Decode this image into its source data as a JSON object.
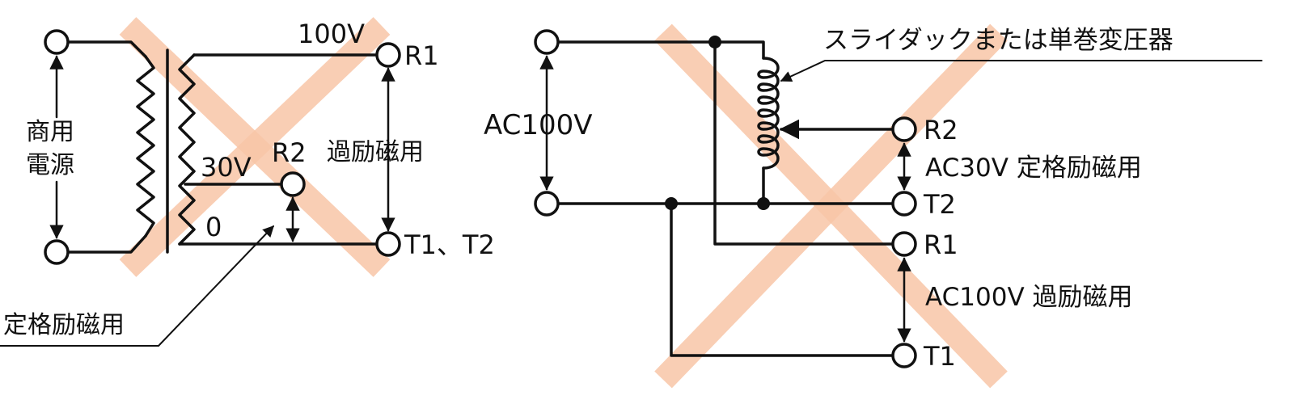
{
  "left_circuit": {
    "source_label_line1": "商用",
    "source_label_line2": "電源",
    "tap_100v": "100V",
    "tap_30v": "30V",
    "tap_0": "0",
    "terminal_r1": "R1",
    "terminal_r2": "R2",
    "terminal_t1t2": "T1、T2",
    "overexcite_label": "過励磁用",
    "rated_label": "定格励磁用"
  },
  "right_circuit": {
    "source_label": "AC100V",
    "transformer_label": "スライダックまたは単巻変圧器",
    "terminal_r2": "R2",
    "terminal_t2": "T2",
    "terminal_r1": "R1",
    "terminal_t1": "T1",
    "rated_label": "AC30V 定格励磁用",
    "overexcite_label": "AC100V 過励磁用"
  },
  "colors": {
    "cross_mark": "#f8c6a8",
    "wire": "#111111"
  }
}
